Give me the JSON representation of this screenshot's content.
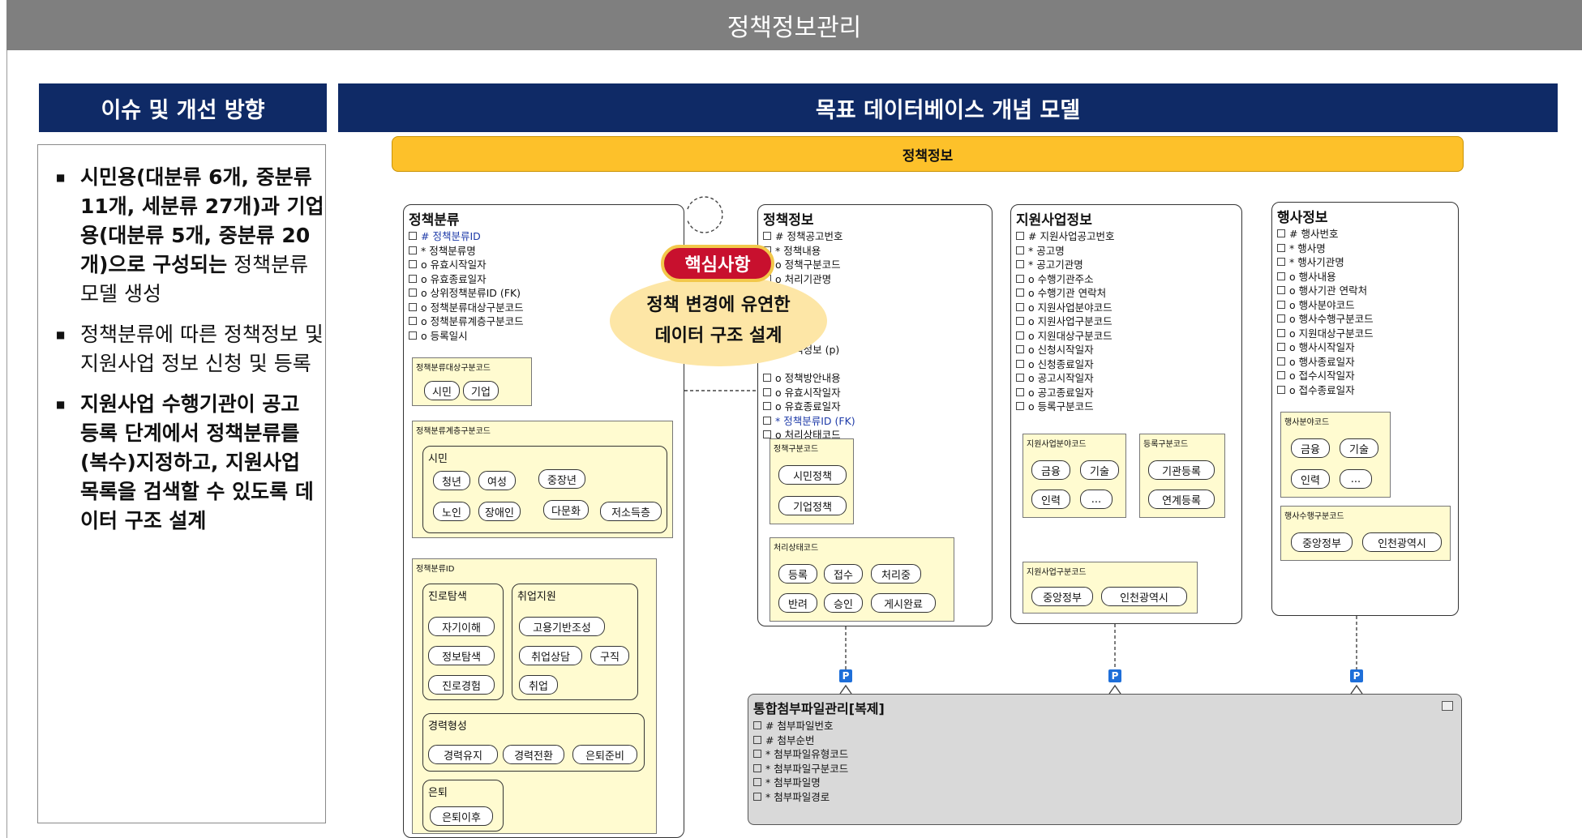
{
  "title": "정책정보관리",
  "left_header": "이슈 및 개선 방향",
  "right_header": "목표 데이터베이스 개념 모델",
  "issues": {
    "item1_bold": "시민용(대분류 6개, 중분류 11개, 세분류 27개)과 기업용(대분류 5개, 중분류 20개)으로 구성되는",
    "item1_rest": " 정책분류모델 생성",
    "item2": "정책분류에 따른 정책정보 및 지원사업 정보 신청 및 등록",
    "item3": "지원사업 수행기관이 공고 등록 단계에서 정책분류를 (복수)지정하고, 지원사업 목록을 검색할 수 있도록 데이터 구조 설계"
  },
  "banner": "정책정보",
  "core": {
    "badge": "핵심사항",
    "line1": "정책 변경에 유연한",
    "line2": "데이터 구조 설계"
  },
  "entities": {
    "policy_class": {
      "title": "정책분류",
      "attrs": [
        "# 정책분류ID",
        "* 정책분류명",
        "o 유효시작일자",
        "o 유효종료일자",
        "o 상위정책분류ID (FK)",
        "o 정책분류대상구분코드",
        "o 정책분류계층구분코드",
        "o 등록일시"
      ],
      "target_code": {
        "title": "정책분류대상구분코드",
        "pills": [
          "시민",
          "기업"
        ]
      },
      "layer_code": {
        "title": "정책분류계층구분코드",
        "group": "시민",
        "pills": [
          "청년",
          "여성",
          "중장년",
          "노인",
          "장애인",
          "다문화",
          "저소득층"
        ]
      },
      "id_group": {
        "title": "정책분류ID",
        "career": {
          "title": "진로탐색",
          "pills": [
            "자기이해",
            "정보탐색",
            "진로경험"
          ]
        },
        "job": {
          "title": "취업지원",
          "pills": [
            "고용기반조성",
            "취업상담",
            "구직",
            "취업"
          ]
        },
        "experience": {
          "title": "경력형성",
          "pills": [
            "경력유지",
            "경력전환",
            "은퇴준비"
          ]
        },
        "retire": {
          "title": "은퇴",
          "pills": [
            "은퇴이후"
          ]
        }
      }
    },
    "policy_info": {
      "title": "정책정보",
      "attrs": [
        "# 정책공고번호",
        "* 정책내용",
        "o 정책구분코드",
        "o 처리기관명",
        "",
        "",
        "",
        "",
        "o 정책정보 (p)",
        "",
        "o 정책방안내용",
        "o 유효시작일자",
        "o 유효종료일자",
        "* 정책분류ID (FK)",
        "o 처리상태코드"
      ],
      "type_code": {
        "title": "정책구분코드",
        "pills": [
          "시민정책",
          "기업정책"
        ]
      },
      "status_code": {
        "title": "처리상태코드",
        "pills": [
          "등록",
          "접수",
          "처리중",
          "반려",
          "승인",
          "게시완료"
        ]
      }
    },
    "support": {
      "title": "지원사업정보",
      "attrs": [
        "# 지원사업공고번호",
        "* 공고명",
        "* 공고기관명",
        "o 수행기관주소",
        "o 수행기관 연락처",
        "o 지원사업분야코드",
        "o 지원사업구분코드",
        "o 지원대상구분코드",
        "o 신청시작일자",
        "o 신청종료일자",
        "o 공고시작일자",
        "o 공고종료일자",
        "o 등록구분코드"
      ],
      "field_code": {
        "title": "지원사업분야코드",
        "pills": [
          "금융",
          "기술",
          "인력",
          "..."
        ]
      },
      "reg_code": {
        "title": "등록구분코드",
        "pills": [
          "기관등록",
          "연계등록"
        ]
      },
      "kind_code": {
        "title": "지원사업구분코드",
        "pills": [
          "중앙정부",
          "인천광역시"
        ]
      }
    },
    "event": {
      "title": "행사정보",
      "attrs": [
        "# 행사번호",
        "* 행사명",
        "* 행사기관명",
        "o 행사내용",
        "o 행사기관 연락처",
        "o 행사분야코드",
        "o 행사수행구분코드",
        "o 지원대상구분코드",
        "o 행사시작일자",
        "o 행사종료일자",
        "o 접수시작일자",
        "o 접수종료일자"
      ],
      "field_code": {
        "title": "행사분야코드",
        "pills": [
          "금융",
          "기술",
          "인력",
          "..."
        ]
      },
      "exec_code": {
        "title": "행사수행구분코드",
        "pills": [
          "중앙정부",
          "인천광역시"
        ]
      }
    },
    "attach": {
      "title": "통합첨부파일관리[복제]",
      "attrs": [
        "# 첨부파일번호",
        "# 첨부순번",
        "* 첨부파일유형코드",
        "* 첨부파일구분코드",
        "* 첨부파일명",
        "* 첨부파일경로"
      ]
    }
  },
  "p_marker": "P"
}
